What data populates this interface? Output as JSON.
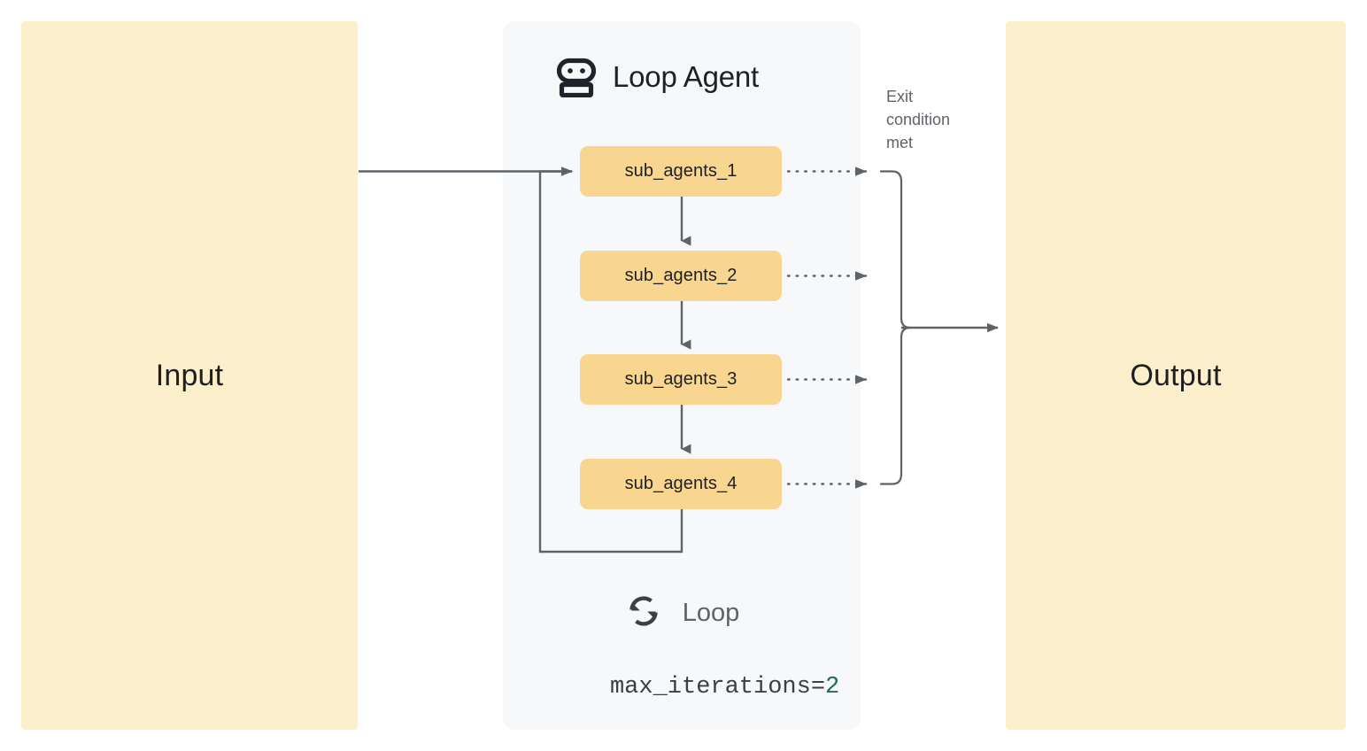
{
  "diagram": {
    "title": "Loop Agent",
    "colors": {
      "io_panel_bg": "#fcefcb",
      "agent_panel_bg": "#f6f8fa",
      "sub_agent_bg": "#f9d68f",
      "connector": "#5f6368",
      "text_dark": "#1f1f23",
      "text_gray": "#5f6368",
      "value_green": "#197054"
    }
  },
  "input_panel": {
    "label": "Input"
  },
  "output_panel": {
    "label": "Output"
  },
  "loop_agent": {
    "title": "Loop Agent",
    "icon": "robot-icon",
    "sub_agents": [
      {
        "label": "sub_agents_1"
      },
      {
        "label": "sub_agents_2"
      },
      {
        "label": "sub_agents_3"
      },
      {
        "label": "sub_agents_4"
      }
    ],
    "exit_condition_note": "Exit condition met",
    "footer": {
      "icon": "loop-icon",
      "loop_label": "Loop",
      "max_iterations_key": "max_iterations=",
      "max_iterations_value": "2"
    }
  }
}
